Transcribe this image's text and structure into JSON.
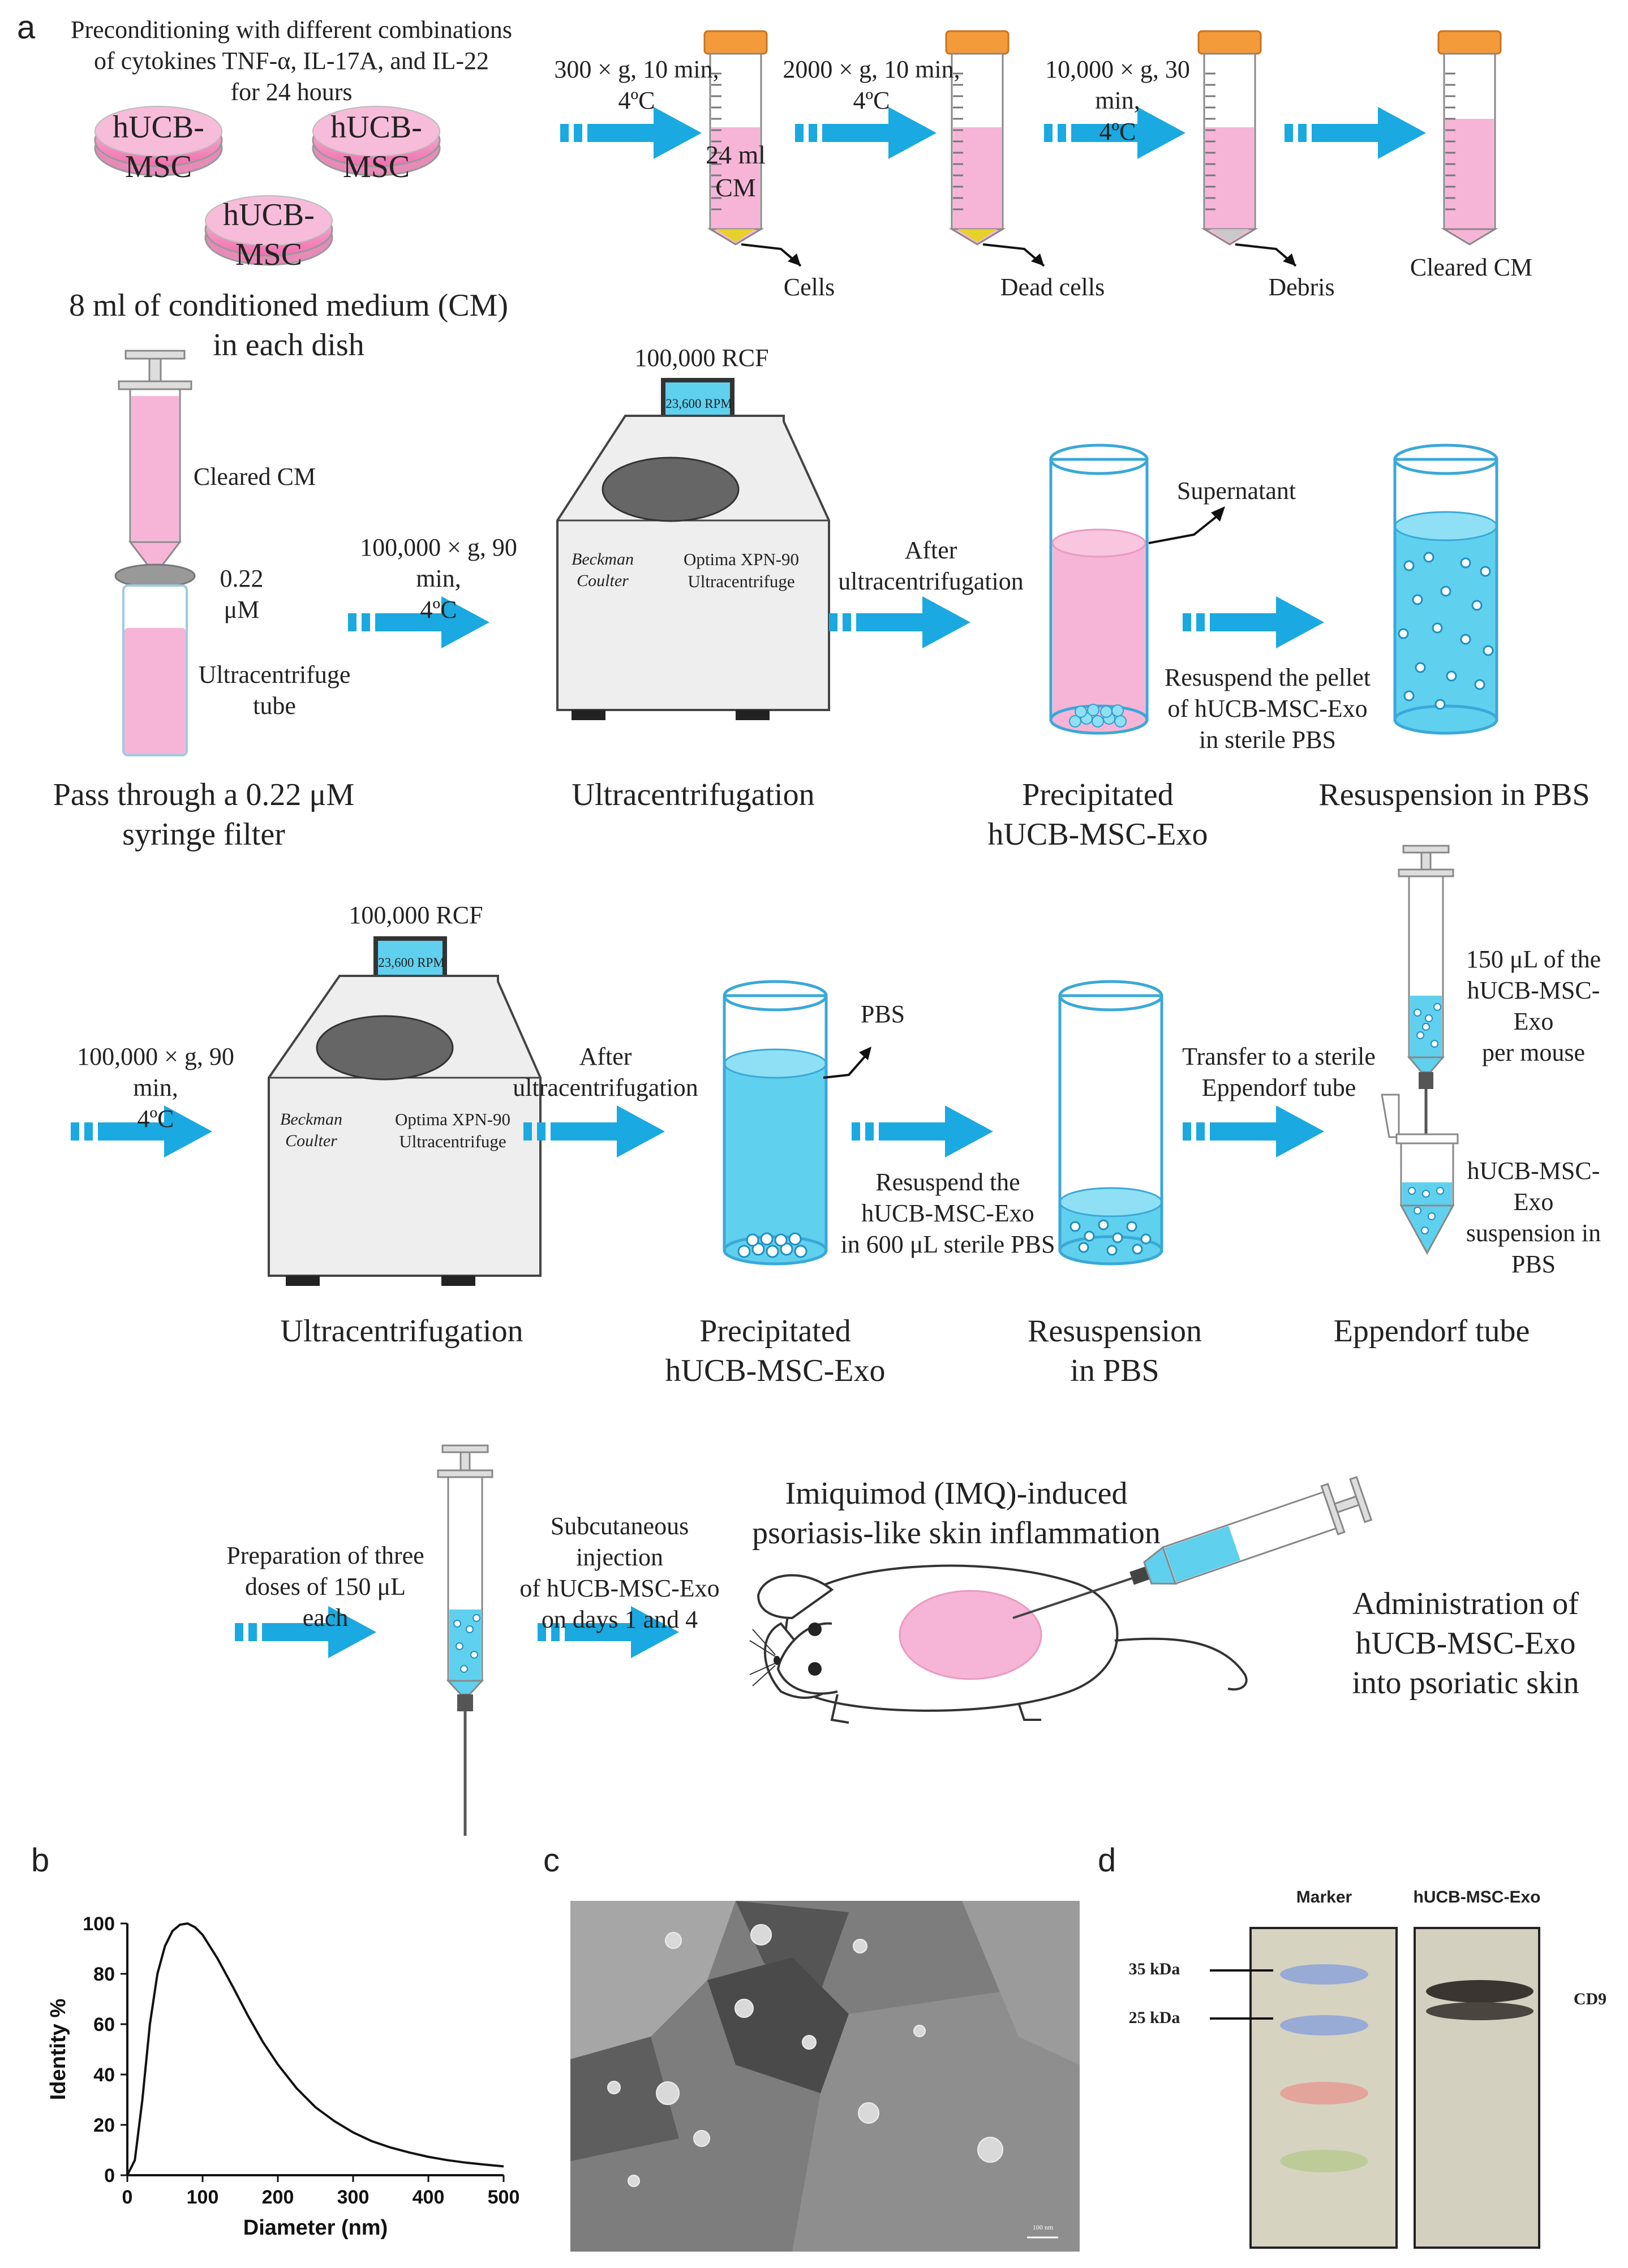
{
  "panels": {
    "a": "a",
    "b": "b",
    "c": "c",
    "d": "d"
  },
  "row1": {
    "precondition": "Preconditioning with different combinations\nof cytokines TNF-α, IL-17A, and IL-22\nfor 24 hours",
    "dish_label": "hUCB-MSC",
    "cm_caption": "8 ml of conditioned medium (CM)\nin each dish",
    "step1": "300 × g, 10 min,\n4ºC",
    "step2": "2000 × g, 10 min,\n4ºC",
    "step3": "10,000 × g, 30 min,\n4ºC",
    "tube1_content": "24 ml\nCM",
    "out1": "Cells",
    "out2": "Dead cells",
    "out3": "Debris",
    "out4": "Cleared CM"
  },
  "row2": {
    "syringe_cm": "Cleared CM",
    "filter_size": "0.22 μM",
    "ultratube": "Ultracentrifuge\ntube",
    "pass_caption": "Pass through a 0.22 μM\nsyringe filter",
    "uc_step": "100,000 × g, 90 min,\n4ºC",
    "rcf": "100,000 RCF",
    "rpm": "23,600 RPM",
    "brand": "Beckman\nCoulter",
    "model": "Optima XPN-90\nUltracentrifuge",
    "uc_caption": "Ultracentrifugation",
    "after": "After ultracentrifugation",
    "supernatant": "Supernatant",
    "precip_caption": "Precipitated\nhUCB-MSC-Exo",
    "resuspend_note": "Resuspend the pellet\nof hUCB-MSC-Exo\nin sterile PBS",
    "resusp_caption": "Resuspension in PBS"
  },
  "row3": {
    "uc_step": "100,000 × g, 90 min,\n4ºC",
    "rcf": "100,000 RCF",
    "rpm": "23,600 RPM",
    "brand": "Beckman\nCoulter",
    "model": "Optima XPN-90\nUltracentrifuge",
    "uc_caption": "Ultracentrifugation",
    "after": "After\nultracentrifugation",
    "pbs": "PBS",
    "precip_caption": "Precipitated\nhUCB-MSC-Exo",
    "resuspend_note": "Resuspend the\nhUCB-MSC-Exo\nin 600 μL sterile PBS",
    "resusp_caption": "Resuspension\nin PBS",
    "transfer": "Transfer to a sterile\nEppendorf tube",
    "dose_note": "150 μL of the\nhUCB-MSC-Exo\nper mouse",
    "susp_note": "hUCB-MSC-Exo\nsuspension in PBS",
    "epp_caption": "Eppendorf tube"
  },
  "row4": {
    "prep": "Preparation of three\ndoses of 150 μL each",
    "inject": "Subcutaneous injection\nof hUCB-MSC-Exo\non days 1 and 4",
    "imq": "Imiquimod (IMQ)-induced\npsoriasis-like skin inflammation",
    "admin": "Administration of\nhUCB-MSC-Exo\ninto psoriatic skin"
  },
  "chart_data": {
    "type": "line",
    "title": "",
    "xlabel": "Diameter (nm)",
    "ylabel": "Identity %",
    "xlim": [
      0,
      500
    ],
    "ylim": [
      0,
      100
    ],
    "xticks": [
      0,
      100,
      200,
      300,
      400,
      500
    ],
    "yticks": [
      0,
      20,
      40,
      60,
      80,
      100
    ],
    "x": [
      0,
      10,
      20,
      30,
      40,
      50,
      60,
      70,
      80,
      90,
      100,
      120,
      140,
      160,
      180,
      200,
      225,
      250,
      275,
      300,
      325,
      350,
      375,
      400,
      425,
      450,
      475,
      500
    ],
    "y": [
      0,
      6,
      30,
      60,
      80,
      91,
      97,
      99.5,
      100,
      98.5,
      95.5,
      86,
      75,
      63.5,
      53,
      44,
      34.5,
      27,
      21.5,
      17,
      13.5,
      11,
      9,
      7.3,
      6,
      5,
      4.2,
      3.5
    ],
    "grid": false
  },
  "blot": {
    "marker_header": "Marker",
    "sample_header": "hUCB-MSC-Exo",
    "kda35": "35 kDa",
    "kda25": "25 kDa",
    "cd9": "CD9"
  },
  "sem": {
    "scale": "100 nm"
  },
  "colors": {
    "arrow": "#1aa9e0",
    "pink": "#f6b5d7",
    "blue": "#5fd0ee",
    "cap": "#f39b3a"
  }
}
